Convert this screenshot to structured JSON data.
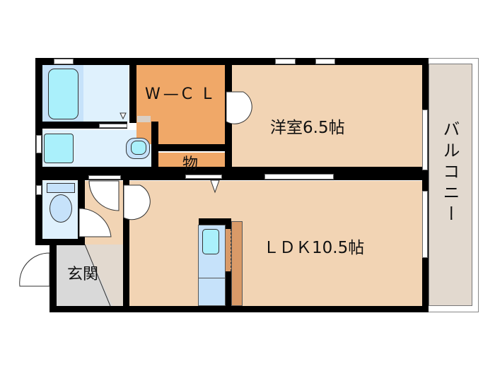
{
  "floorplan": {
    "rooms": {
      "wcl": {
        "label": "W—C L",
        "color": "#f0a868"
      },
      "storage": {
        "label": "物",
        "color": "#f0a868"
      },
      "western_room": {
        "label": "洋室6.5帖",
        "color": "#f2d4b4"
      },
      "ldk": {
        "label": "ＬＤＫ10.5帖",
        "color": "#f2d4b4"
      },
      "balcony": {
        "label": "バルコニー",
        "color": "#e2d9cf"
      },
      "entrance": {
        "label": "玄関",
        "color": "#d9d9d9"
      },
      "bath": {
        "color": "#c6e2fa"
      },
      "washroom": {
        "color": "#dff1fd"
      },
      "toilet": {
        "color": "#dff1fd"
      }
    },
    "colors": {
      "wall": "#000000",
      "fixture": "#aaf0fb",
      "kitchen": "#c6e2fa",
      "counter": "#d99a68"
    }
  }
}
